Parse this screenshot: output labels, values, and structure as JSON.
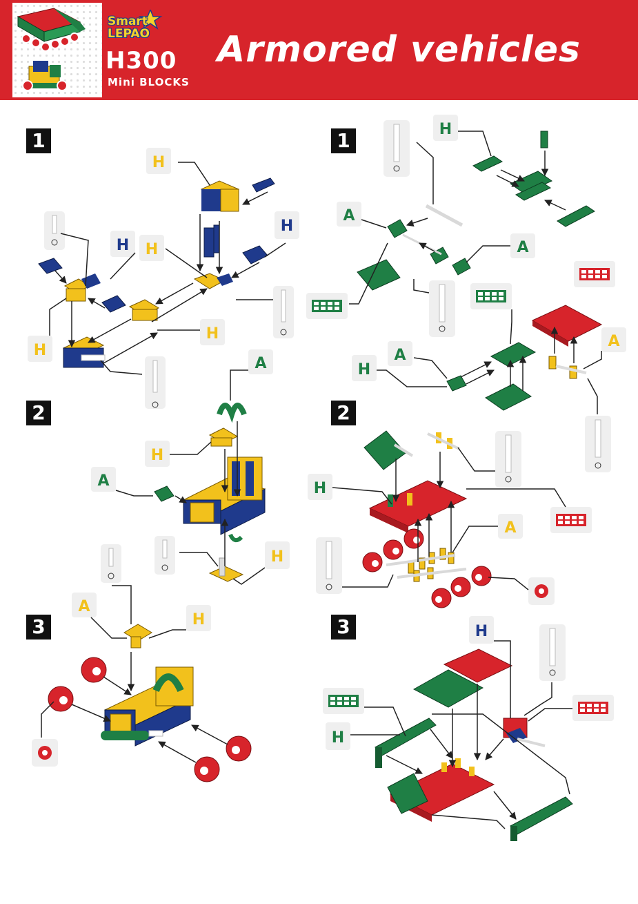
{
  "header": {
    "brand": "Smart LEPAO",
    "model": "H300",
    "series": "Mini BLOCKS",
    "title": "Armored vehicles"
  },
  "steps": {
    "left": [
      "1",
      "2",
      "3"
    ],
    "right": [
      "1",
      "2",
      "3"
    ]
  },
  "part_letters": {
    "a": "A",
    "h": "H"
  },
  "colors": {
    "red": "#d7242b",
    "yellow": "#f2c11c",
    "blue": "#1f3a8c",
    "green": "#1f7f45",
    "gray": "#d9d9d9",
    "light_gray": "#efefef",
    "dark": "#111111"
  }
}
